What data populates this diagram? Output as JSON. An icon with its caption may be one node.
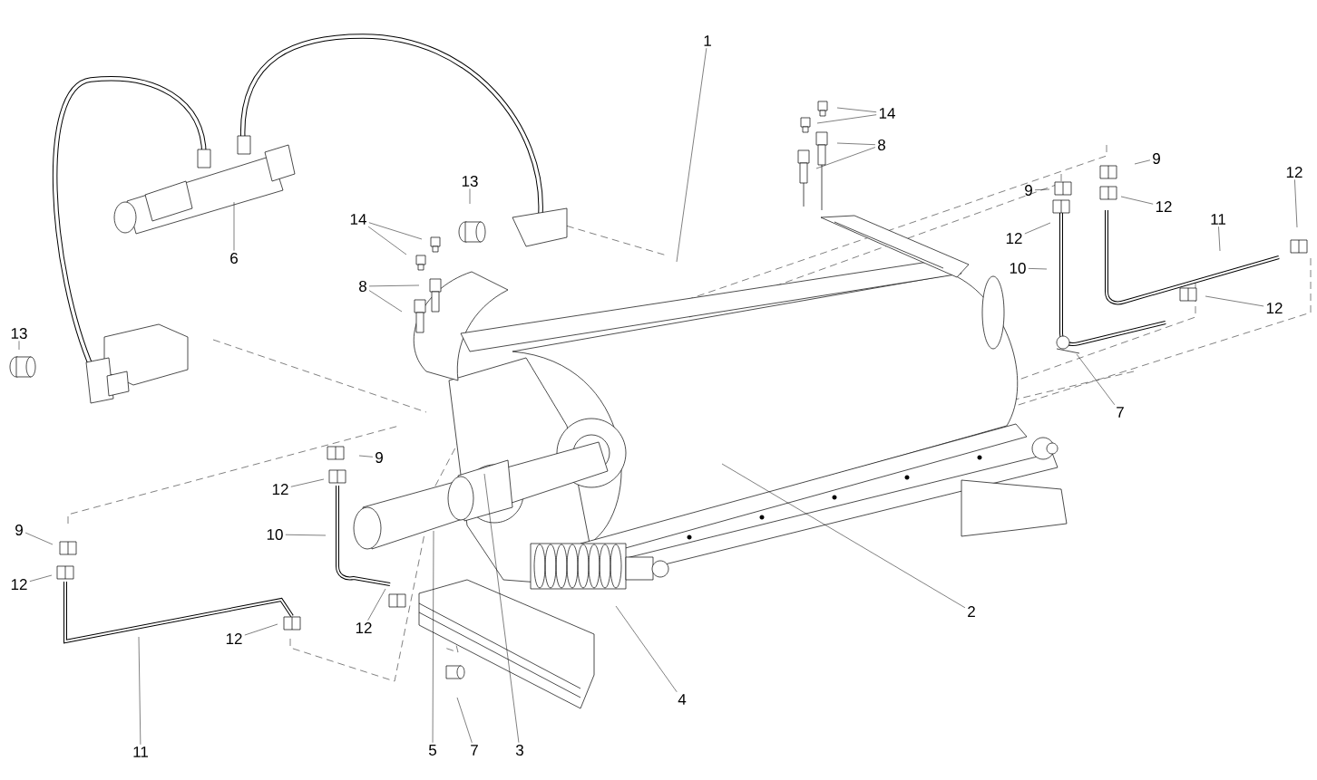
{
  "diagram": {
    "nodes": [
      {
        "text": [
          "1"
        ]
      },
      {
        "text": [
          "14"
        ]
      },
      {
        "text": [
          "8"
        ]
      },
      {
        "text": [
          "9"
        ]
      },
      {
        "text": [
          "9"
        ]
      },
      {
        "text": [
          "12"
        ]
      },
      {
        "text": [
          "12"
        ]
      },
      {
        "text": [
          "12"
        ]
      },
      {
        "text": [
          "11"
        ]
      },
      {
        "text": [
          "10"
        ]
      },
      {
        "text": [
          "12"
        ]
      },
      {
        "text": [
          "7"
        ]
      },
      {
        "text": [
          "13"
        ]
      },
      {
        "text": [
          "14"
        ]
      },
      {
        "text": [
          "8"
        ]
      },
      {
        "text": [
          "6"
        ]
      },
      {
        "text": [
          "13"
        ]
      },
      {
        "text": [
          "9"
        ]
      },
      {
        "text": [
          "12"
        ]
      },
      {
        "text": [
          "10"
        ]
      },
      {
        "text": [
          "9"
        ]
      },
      {
        "text": [
          "12"
        ]
      },
      {
        "text": [
          "12"
        ]
      },
      {
        "text": [
          "12"
        ]
      },
      {
        "text": [
          "11"
        ]
      },
      {
        "text": [
          "5"
        ]
      },
      {
        "text": [
          "7"
        ]
      },
      {
        "text": [
          "3"
        ]
      },
      {
        "text": [
          "4"
        ]
      },
      {
        "text": [
          "2"
        ]
      }
    ],
    "edges": [
      {
        "from": 0,
        "to": null,
        "arrow": "none"
      },
      {
        "from": 1,
        "to": null,
        "arrow": "none"
      },
      {
        "from": 1,
        "to": null,
        "arrow": "none"
      },
      {
        "from": 2,
        "to": null,
        "arrow": "none"
      },
      {
        "from": 2,
        "to": null,
        "arrow": "none"
      },
      {
        "from": 3,
        "to": null,
        "arrow": "none"
      },
      {
        "from": 4,
        "to": null,
        "arrow": "none"
      },
      {
        "from": 5,
        "to": null,
        "arrow": "none"
      },
      {
        "from": 6,
        "to": null,
        "arrow": "none"
      },
      {
        "from": 7,
        "to": null,
        "arrow": "none"
      },
      {
        "from": 8,
        "to": null,
        "arrow": "none"
      },
      {
        "from": 9,
        "to": null,
        "arrow": "none"
      },
      {
        "from": 10,
        "to": null,
        "arrow": "none"
      },
      {
        "from": 11,
        "to": null,
        "arrow": "none"
      },
      {
        "from": 12,
        "to": null,
        "arrow": "none"
      },
      {
        "from": 13,
        "to": null,
        "arrow": "none"
      },
      {
        "from": 13,
        "to": null,
        "arrow": "none"
      },
      {
        "from": 14,
        "to": null,
        "arrow": "none"
      },
      {
        "from": 14,
        "to": null,
        "arrow": "none"
      },
      {
        "from": 15,
        "to": null,
        "arrow": "none"
      },
      {
        "from": 16,
        "to": null,
        "arrow": "none"
      },
      {
        "from": 17,
        "to": null,
        "arrow": "none"
      },
      {
        "from": 18,
        "to": null,
        "arrow": "none"
      },
      {
        "from": 19,
        "to": null,
        "arrow": "none"
      },
      {
        "from": 20,
        "to": null,
        "arrow": "none"
      },
      {
        "from": 21,
        "to": null,
        "arrow": "none"
      },
      {
        "from": 22,
        "to": null,
        "arrow": "none"
      },
      {
        "from": 23,
        "to": null,
        "arrow": "none"
      },
      {
        "from": 24,
        "to": null,
        "arrow": "none"
      },
      {
        "from": 25,
        "to": null,
        "arrow": "none"
      },
      {
        "from": 26,
        "to": null,
        "arrow": "none"
      },
      {
        "from": 27,
        "to": null,
        "arrow": "none"
      },
      {
        "from": 28,
        "to": null,
        "arrow": "none"
      },
      {
        "from": 29,
        "to": null,
        "arrow": "none"
      }
    ]
  }
}
